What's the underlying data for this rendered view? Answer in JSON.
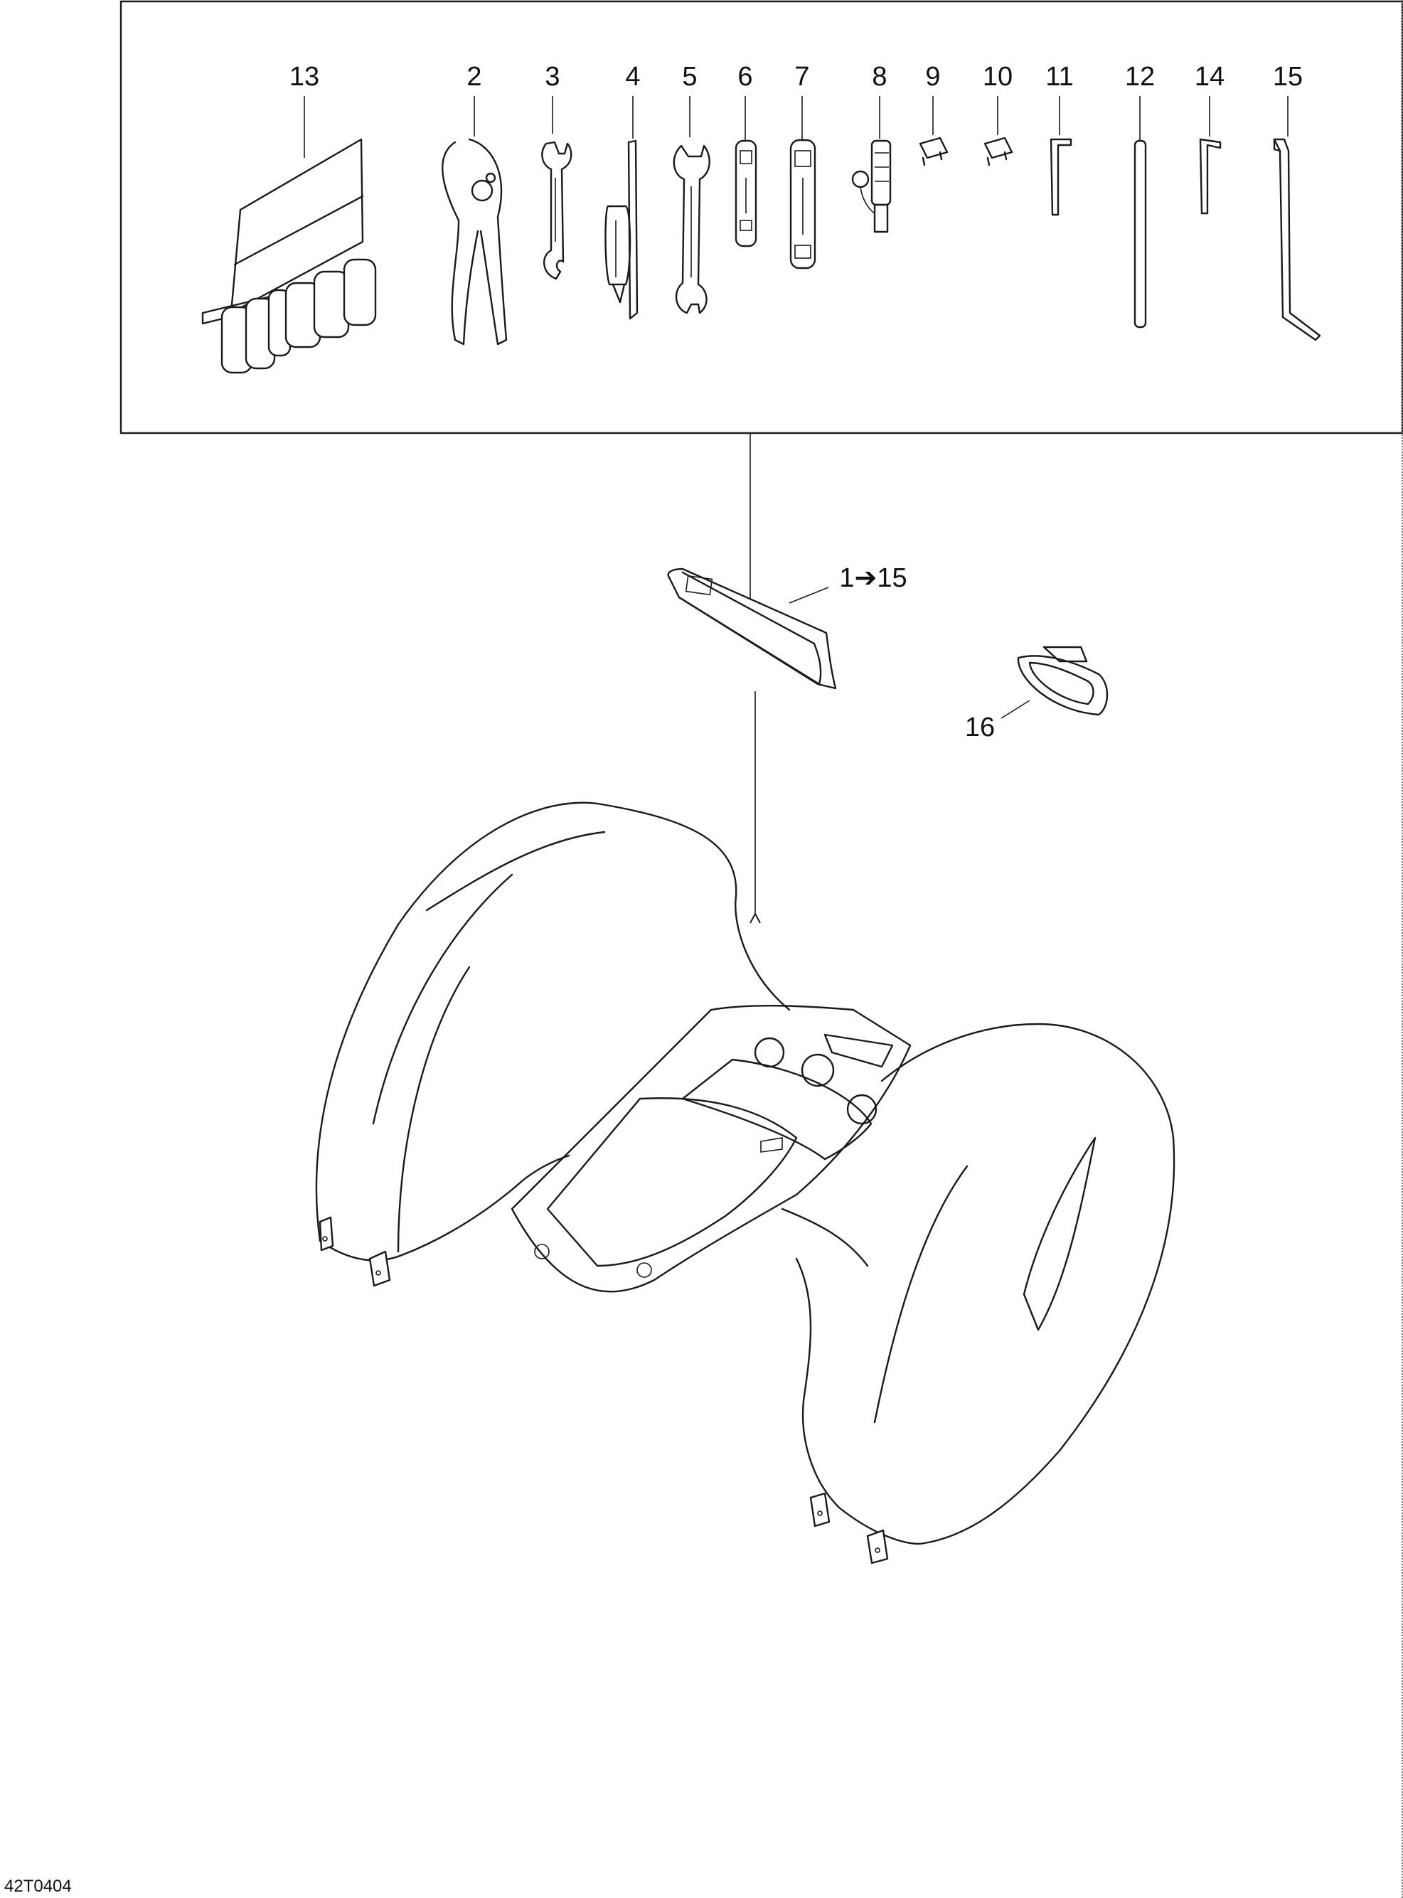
{
  "callouts": {
    "c13": "13",
    "c2": "2",
    "c3": "3",
    "c4": "4",
    "c5": "5",
    "c6": "6",
    "c7": "7",
    "c8": "8",
    "c9": "9",
    "c10": "10",
    "c11": "11",
    "c12": "12",
    "c14": "14",
    "c15": "15",
    "kit": "1➔15",
    "c16": "16"
  },
  "reference_code": "42T0404"
}
